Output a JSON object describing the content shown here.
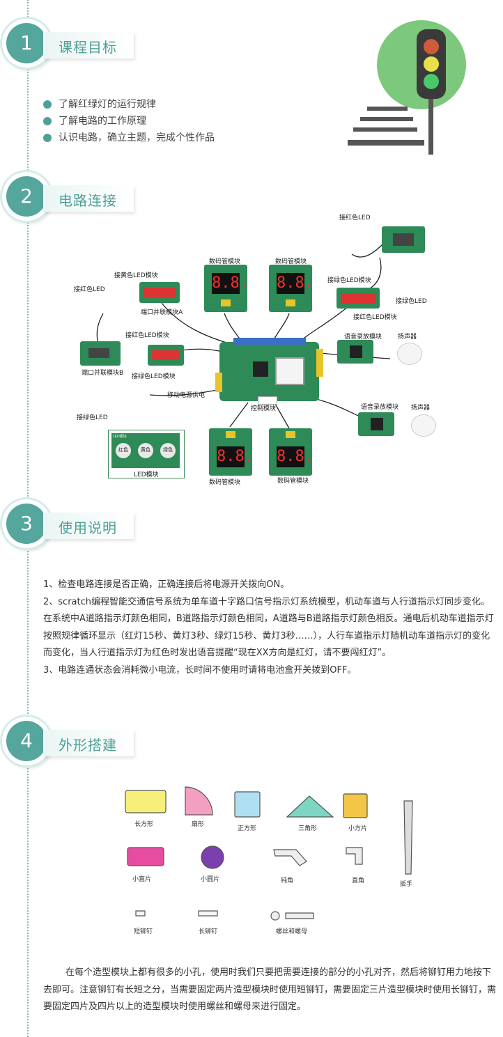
{
  "sections": [
    {
      "number": "1",
      "title": "课程目标"
    },
    {
      "number": "2",
      "title": "电路连接"
    },
    {
      "number": "3",
      "title": "使用说明"
    },
    {
      "number": "4",
      "title": "外形搭建"
    }
  ],
  "goals": [
    "了解红绿灯的运行规律",
    "了解电路的工作原理",
    "认识电路，确立主题，完成个性作品"
  ],
  "circuit_labels": {
    "red_led_top": "接红色LED",
    "green_led_right": "接绿色LED",
    "green_led_module_right": "接绿色LED模块",
    "red_led_module_right": "接红色LED模块",
    "seg_top_left": "数码管模块",
    "seg_top_right": "数码管模块",
    "yellow_led_module": "接黄色LED模块",
    "port_parallel_a": "端口并联模块A",
    "red_led_left": "接红色LED",
    "red_led_module_left": "接红色LED模块",
    "green_led_module_left": "接绿色LED模块",
    "port_parallel_b": "端口并联模块B",
    "green_led_left": "接绿色LED",
    "power": "移动电源供电",
    "control": "控制模块",
    "voice_top": "语音录放模块",
    "speaker_top": "扬声器",
    "voice_bottom": "语音录放模块",
    "speaker_bottom": "扬声器",
    "led_module": "LED模块",
    "led_red": "红色",
    "led_yellow": "黄色",
    "led_green": "绿色",
    "led_tag": "LED模块",
    "seg_bottom_left": "数码管模块",
    "seg_bottom_right": "数码管模块",
    "seg_digits": "8.8."
  },
  "usage": [
    "1、检查电路连接是否正确，正确连接后将电源开关拨向ON。",
    "2、scratch编程智能交通信号系统为单车道十字路口信号指示灯系统模型，机动车道与人行道指示灯同步变化。在系统中A道路指示灯颜色相同，B道路指示灯颜色相同，A道路与B道路指示灯颜色相反。通电后机动车道指示灯按照规律循环显示（红灯15秒、黄灯3秒、绿灯15秒、黄灯3秒……），人行车道指示灯随机动车道指示灯的变化而变化，当人行道指示灯为红色时发出语音提醒“现在XX方向是红灯，请不要闯红灯”。",
    "3、电路连通状态会消耗微小电流，长时间不使用时请将电池盒开关拨到OFF。"
  ],
  "parts": {
    "rect": "长方形",
    "sector": "扇形",
    "square": "正方形",
    "triangle": "三角形",
    "small_square": "小方片",
    "wrench": "扳手",
    "small_straight": "小直片",
    "small_round": "小圆片",
    "obtuse": "钝角",
    "right_angle": "直角",
    "short_rivet": "短铆钉",
    "long_rivet": "长铆钉",
    "screw_nut": "螺丝和螺母"
  },
  "assembly_text": "在每个造型模块上都有很多的小孔，使用时我们只要把需要连接的部分的小孔对齐，然后将铆钉用力地按下去即可。注意铆钉有长短之分，当需要固定两片造型模块时使用短铆钉，需要固定三片造型模块时使用长铆钉，需要固定四片及四片以上的造型模块时使用螺丝和螺母来进行固定。",
  "colors": {
    "accent": "#55a69c",
    "title": "#4e9f96",
    "board": "#2e8b57",
    "traffic_bg": "#7cc87c"
  }
}
